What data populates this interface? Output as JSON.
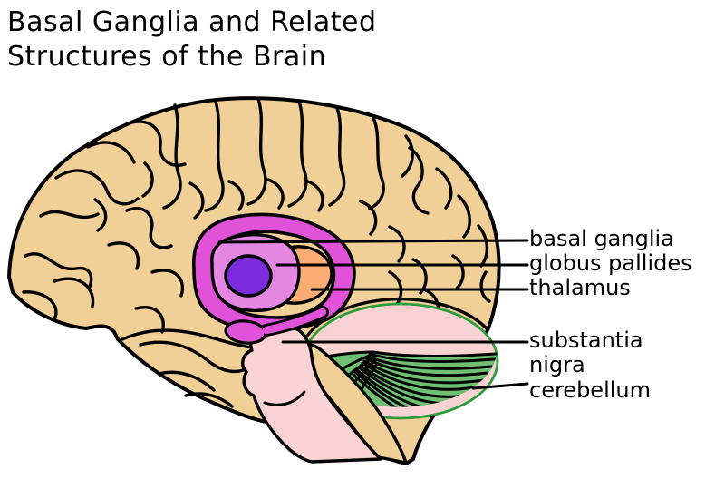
{
  "title": {
    "line1": "Basal Ganglia and Related",
    "line2": "Structures of the Brain"
  },
  "labels": {
    "basal_ganglia": "basal ganglia",
    "globus_pallides": "globus pallides",
    "thalamus": "thalamus",
    "substantia_nigra_line1": "substantia",
    "substantia_nigra_line2": "nigra",
    "cerebellum": "cerebellum"
  },
  "colors": {
    "background": "#ffffff",
    "outline": "#000000",
    "cerebrum": "#F0D096",
    "basal_ganglia_outer": "#E052D8",
    "basal_ganglia_inner": "#E487E2",
    "globus_pallides": "#7B2BDC",
    "thalamus": "#FBAC72",
    "brainstem": "#F9D3D3",
    "cerebellum_top": "#F9D3D3",
    "cerebellum_body": "#6EC073",
    "cerebellum_outline": "#2D9C3C"
  }
}
